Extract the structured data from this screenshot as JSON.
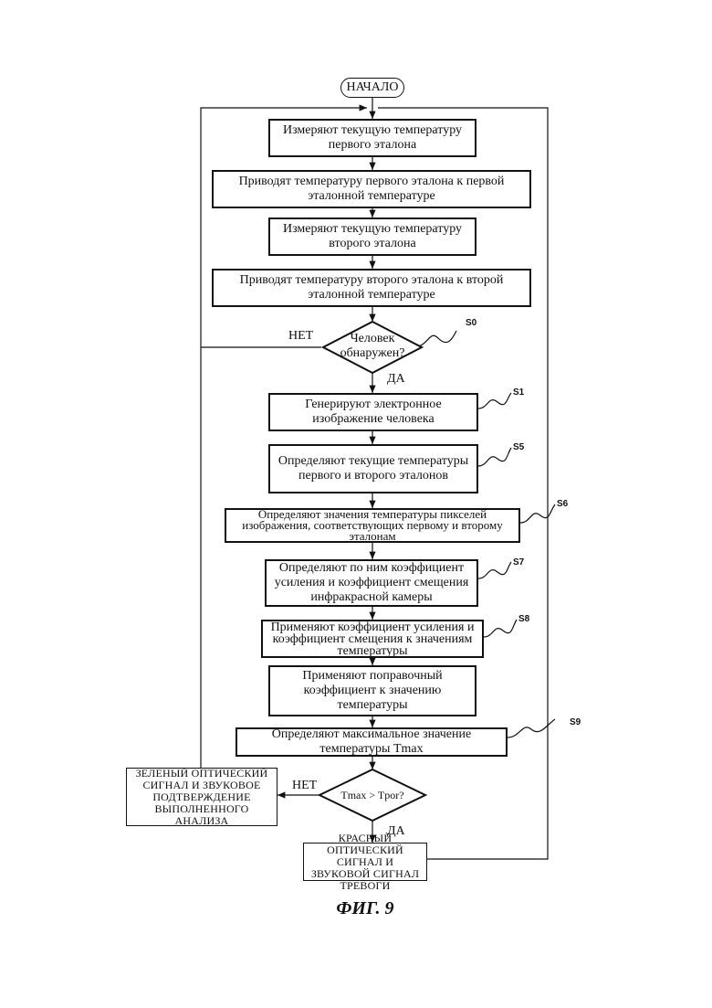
{
  "start_label": "НАЧАЛО",
  "steps": {
    "measure1": "Измеряют текущую температуру первого эталона",
    "bring1": "Приводят температуру первого эталона к первой эталонной температуре",
    "measure2": "Измеряют текущую температуру второго эталона",
    "bring2": "Приводят температуру второго эталона к второй эталонной температуре",
    "s1": "Генерируют электронное изображение человека",
    "s5": "Определяют текущие температуры первого и второго эталонов",
    "s6": "Определяют значения температуры пикселей изображения, соответствующих первому и второму эталонам",
    "s7": "Определяют по ним коэффициент усиления и коэффициент смещения инфракрасной камеры",
    "s8": "Применяют коэффициент усиления и коэффициент смещения к значениям температуры",
    "correction": "Применяют поправочный коэффициент к значению температуры",
    "s9": "Определяют максимальное значение температуры Tmax"
  },
  "decisions": {
    "person_line1": "Человек",
    "person_line2": "обнаружен?",
    "temp_compare": "Tmax > Tpor?"
  },
  "outcomes": {
    "green": "ЗЕЛЕНЫЙ ОПТИЧЕСКИЙ СИГНАЛ И ЗВУКОВОЕ ПОДТВЕРЖДЕНИЕ ВЫПОЛНЕННОГО АНАЛИЗА",
    "red": "КРАСНЫЙ ОПТИЧЕСКИЙ СИГНАЛ И ЗВУКОВОЙ СИГНАЛ ТРЕВОГИ"
  },
  "branch_labels": {
    "no_top": "НЕТ",
    "yes_top": "ДА",
    "no_bottom": "НЕТ",
    "yes_bottom": "ДА"
  },
  "step_refs": {
    "s0": "S0",
    "s1": "S1",
    "s5": "S5",
    "s6": "S6",
    "s7": "S7",
    "s8": "S8",
    "s9": "S9"
  },
  "caption": "ФИГ. 9"
}
